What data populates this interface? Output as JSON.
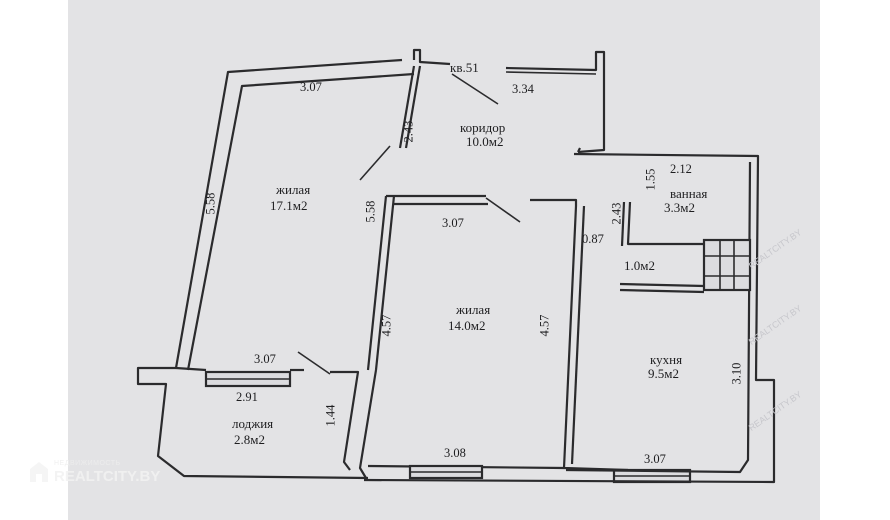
{
  "apartment": {
    "number_label": "кв.51"
  },
  "rooms": {
    "corridor": {
      "name": "коридор",
      "area": "10.0м2"
    },
    "living1": {
      "name": "жилая",
      "area": "17.1м2"
    },
    "living2": {
      "name": "жилая",
      "area": "14.0м2"
    },
    "bathroom": {
      "name": "ванная",
      "area": "3.3м2"
    },
    "wc": {
      "area": "1.0м2"
    },
    "kitchen": {
      "name": "кухня",
      "area": "9.5м2"
    },
    "loggia": {
      "name": "лоджия",
      "area": "2.8м2"
    }
  },
  "dimensions": {
    "living1_top": "3.07",
    "corridor_top": "3.34",
    "corridor_left": "2.43",
    "living1_left": "5.58",
    "living1_right": "5.58",
    "living1_bottom": "3.07",
    "bath_left": "1.55",
    "bath_top": "2.12",
    "bath_wc_left": "2.43",
    "wc_left": "0.87",
    "living2_top": "3.07",
    "living2_left": "4.57",
    "living2_right": "4.57",
    "living2_bottom": "3.08",
    "kitchen_right": "3.10",
    "kitchen_bottom": "3.07",
    "loggia_top": "2.91",
    "loggia_right": "1.44"
  },
  "watermark": {
    "small": "НЕДВИЖИМОСТЬ",
    "brand": "REALTCITY.BY"
  },
  "ghost_marks": {
    "mark": "REALTCITY.BY"
  }
}
